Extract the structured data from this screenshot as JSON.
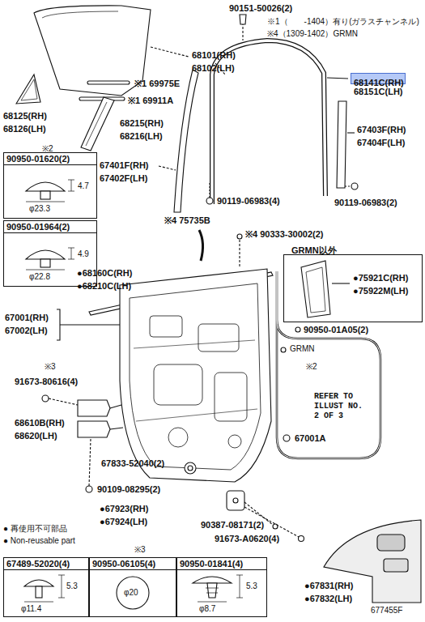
{
  "diagram": {
    "nodes": [
      {
        "text": [
          "68141C(RH)"
        ]
      },
      {
        "text": [
          "90950-01620(2)",
          "4.7",
          "φ23.3"
        ]
      },
      {
        "text": [
          "90950-01964(2)",
          "4.9",
          "φ22.8"
        ]
      },
      {
        "text": [
          "GRMN以外",
          "●75921C(RH)",
          "●75922M(LH)"
        ]
      },
      {
        "text": [
          "67489-52020(4)",
          "5.3",
          "φ11.4"
        ]
      },
      {
        "text": [
          "90950-06105(4)",
          "φ20"
        ]
      },
      {
        "text": [
          "90950-01841(4)",
          "5.3",
          "φ8.7"
        ]
      }
    ],
    "labels": [
      "90151-50026(2)",
      "※1（　　-1404）有り(ガラスチャンネル)",
      "※4（1309-1402）GRMN",
      "68101(RH)",
      "68102(LH)",
      "68151C(LH)",
      "※1 69975E",
      "※1 69911A",
      "68125(RH)",
      "68126(LH)",
      "68215(RH)",
      "68216(LH)",
      "67403F(RH)",
      "67404F(LH)",
      "※2",
      "67401F(RH)",
      "67402F(LH)",
      "90119-06983(4)",
      "90119-06983(2)",
      "※4 75735B",
      "※4 90333-30002(2)",
      "●68160C(RH)",
      "●68210C(LH)",
      "67001(RH)",
      "67002(LH)",
      "90950-01A05(2)",
      "GRMN",
      "※2",
      "※3",
      "91673-80616(4)",
      "REFER TO ILLUST NO. 2 OF 3",
      "67001A",
      "68610B(RH)",
      "68620(LH)",
      "67833-52040(2)",
      "90109-08295(2)",
      "●67923(RH)",
      "●67924(LH)",
      "90387-08171(2)",
      "91673-A0620(4)",
      "● 再使用不可部品",
      "● Non-reusable part",
      "※3",
      "●67831(RH)",
      "●67832(LH)",
      "677455F"
    ]
  }
}
